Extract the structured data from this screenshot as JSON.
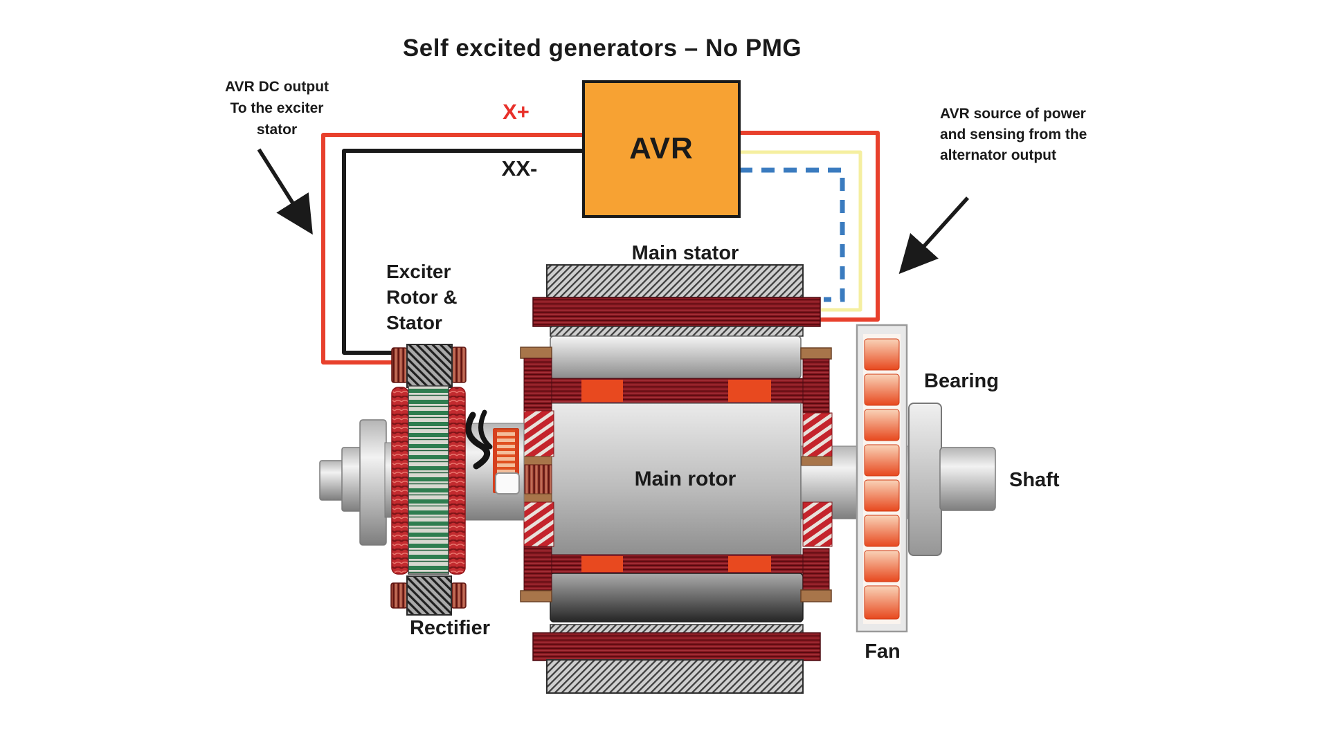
{
  "title": "Self excited generators – No PMG",
  "avr": {
    "label": "AVR"
  },
  "wires": {
    "x_plus_label": "X+",
    "xx_minus_label": "XX-",
    "red": "#E8402C",
    "black": "#1A1A1A",
    "yellow": "#F5EFA0",
    "blue_dashed": "#3A7BBF"
  },
  "annotations": {
    "avr_dc_output": {
      "line1": "AVR DC output",
      "line2": "To the exciter",
      "line3": "stator"
    },
    "avr_source": {
      "line1": "AVR source of power",
      "line2": "and sensing from the",
      "line3": "alternator output"
    }
  },
  "parts": {
    "main_stator": "Main stator",
    "exciter_line1": "Exciter",
    "exciter_line2": "Rotor &",
    "exciter_line3": "Stator",
    "main_rotor": "Main rotor",
    "rectifier": "Rectifier",
    "bearing": "Bearing",
    "shaft": "Shaft",
    "fan": "Fan"
  },
  "colors": {
    "background": "#FFFFFF",
    "avr_fill": "#F7A233",
    "label_text": "#1A1A1A",
    "x_plus_red": "#E8302A",
    "stator_winding_dark": "#8C1B23",
    "winding_bright": "#E8491F",
    "exciter_green": "#2E7D4F",
    "fan_orange": "#E7481E"
  }
}
